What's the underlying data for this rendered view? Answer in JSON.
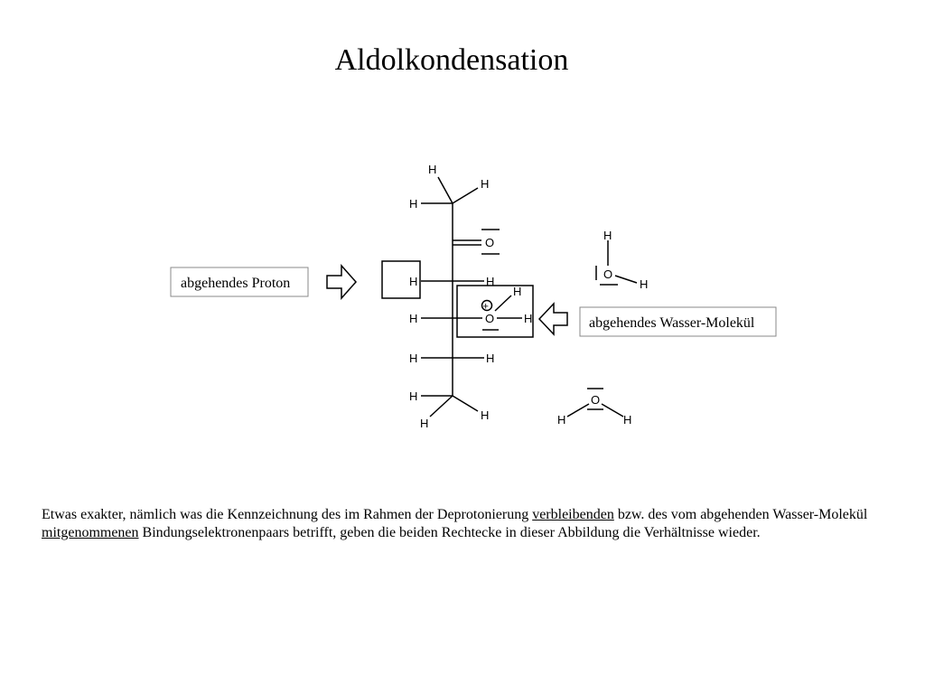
{
  "title": "Aldolkondensation",
  "labels": {
    "proton": "abgehendes Proton",
    "water": "abgehendes Wasser-Molekül"
  },
  "atoms": {
    "hydrogen": "H",
    "oxygen": "O",
    "plus": "+"
  },
  "caption": {
    "part1": "Etwas exakter, nämlich was die Kennzeichnung des im Rahmen der Deprotonierung ",
    "underline1": "verbleibenden",
    "part2": " bzw. des vom abgehenden Wasser-Molekül ",
    "underline2": "mitgenommenen",
    "part3": " Bindungselektronenpaars betrifft, geben die beiden Rechtecke in dieser Abbildung die Verhältnisse wieder."
  }
}
